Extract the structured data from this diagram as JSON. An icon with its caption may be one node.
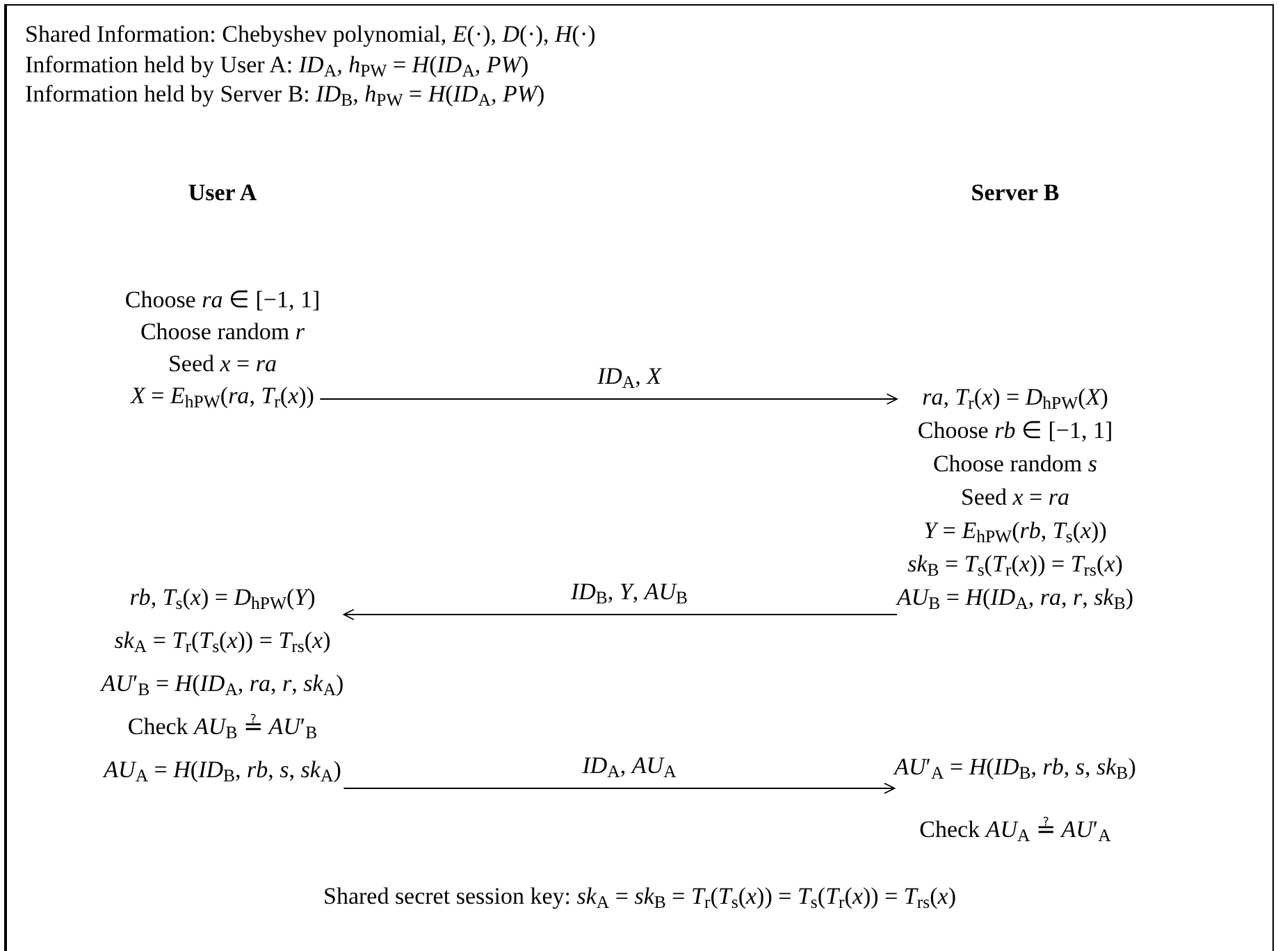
{
  "diagram": {
    "nodes": [
      {
        "text": [
          "Choose *ra* ∈ [−1, 1]",
          "Choose random *r*",
          "Seed *x* = *ra*",
          "*X* = *E*$_{hPW}$(*ra*, *T*$_{r}$(*x*))"
        ]
      },
      {
        "text": [
          "*ra*, *T*$_{r}$(*x*) = *D*$_{hPW}$(*X*)",
          "Choose *rb* ∈ [−1, 1]",
          "Choose random *s*",
          "Seed *x* = *ra*",
          "*Y* = *E*$_{hPW}$(*rb*, *T*$_{s}$(*x*))",
          "*sk*$_{B}$ = *T*$_{s}$(*T*$_{r}$(*x*)) = *T*$_{rs}$(*x*)",
          "*AU*$_{B}$ = *H*(*ID*$_{A}$, *ra*, *r*, *sk*$_{B}$)"
        ]
      },
      {
        "text": [
          "*rb*, *T*$_{s}$(*x*) = *D*$_{hPW}$(*Y*)",
          "*sk*$_{A}$ = *T*$_{r}$(*T*$_{s}$(*x*)) = *T*$_{rs}$(*x*)",
          "*AU*′$_{B}$ = *H*(*ID*$_{A}$, *ra*, *r*, *sk*$_{A}$)",
          "Check *AU*$_{B}$ ≟ *AU*′$_{B}$",
          "*AU*$_{A}$ = *H*(*ID*$_{B}$, *rb*, *s*, *sk*$_{A}$)"
        ]
      },
      {
        "text": [
          "*AU*′$_{A}$ = *H*(*ID*$_{B}$, *rb*, *s*, *sk*$_{B}$)",
          "Check *AU*$_{A}$ ≟ *AU*′$_{A}$"
        ]
      }
    ],
    "edges": [
      {
        "from": 0,
        "to": 1,
        "arrow": "to",
        "label": "*ID*$_{A}$, *X*"
      },
      {
        "from": 1,
        "to": 2,
        "arrow": "to",
        "label": "*ID*$_{B}$, *Y*, *AU*$_{B}$"
      },
      {
        "from": 2,
        "to": 3,
        "arrow": "to",
        "label": "*ID*$_{A}$, *AU*$_{A}$"
      }
    ],
    "labels": [
      "Shared Information: Chebyshev polynomial, *E*(·), *D*(·), *H*(·)",
      "Information held by User A: *ID*$_{A}$, *h*$_{PW}$ = *H*(*ID*$_{A}$, *PW*)",
      "Information held by Server B: *ID*$_{B}$, *h*$_{PW}$ = *H*(*ID*$_{A}$, *PW*)",
      "User A",
      "Server B",
      "Shared secret session key: *sk*$_{A}$ = *sk*$_{B}$ = *T*$_{r}$(*T*$_{s}$(*x*)) = *T*$_{s}$(*T*$_{r}$(*x*)) = *T*$_{rs}$(*x*)"
    ]
  }
}
